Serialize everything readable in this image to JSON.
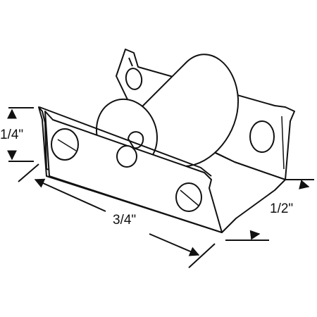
{
  "dimensions": {
    "height": "1/4\"",
    "length": "3/4\"",
    "width": "1/2\""
  },
  "colors": {
    "line": "#111111",
    "fill": "#ffffff"
  }
}
